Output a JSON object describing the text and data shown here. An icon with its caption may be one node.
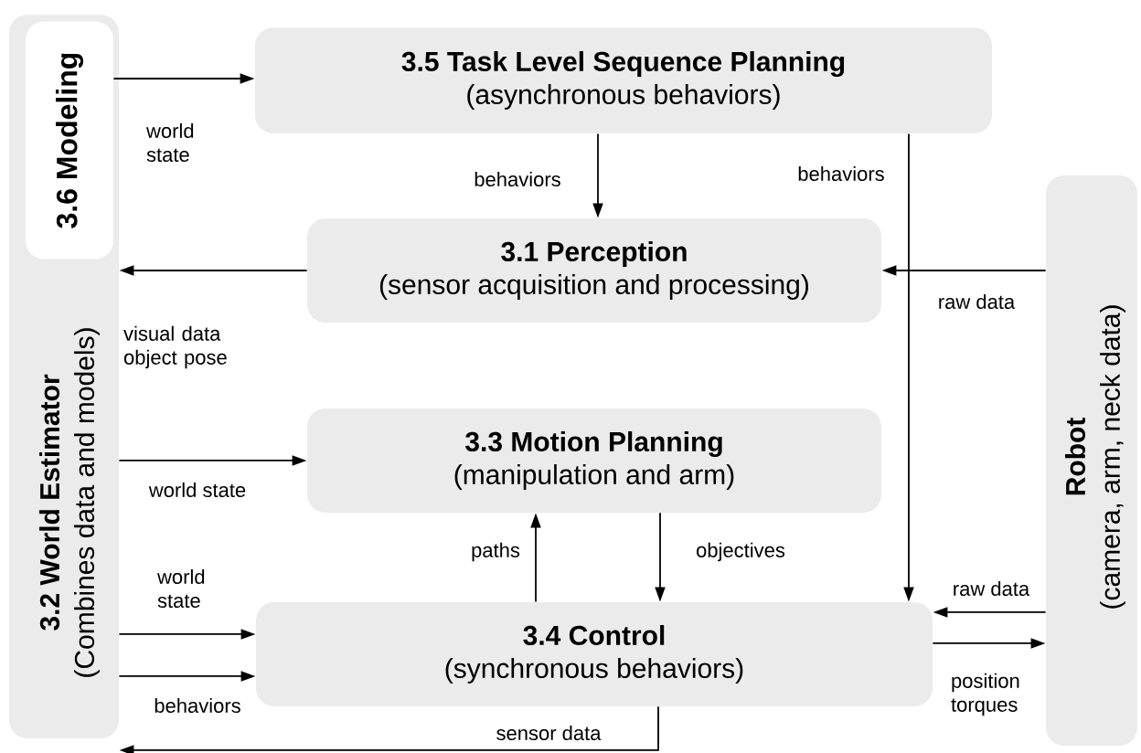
{
  "diagram": {
    "nodes": [
      {
        "text": [
          "3.2 World Estimator",
          "(Combines data and models)"
        ]
      },
      {
        "text": [
          "3.6 Modeling"
        ],
        "in": 0
      },
      {
        "text": [
          "3.5 Task Level Sequence Planning",
          "(asynchronous behaviors)"
        ]
      },
      {
        "text": [
          "3.1 Perception",
          "(sensor acquisition and processing)"
        ]
      },
      {
        "text": [
          "3.3 Motion Planning",
          "(manipulation and arm)"
        ]
      },
      {
        "text": [
          "3.4 Control",
          "(synchronous behaviors)"
        ]
      },
      {
        "text": [
          "Robot",
          "(camera, arm, neck data)"
        ]
      }
    ],
    "edges": [
      {
        "from": 1,
        "to": 2,
        "arrow": "to",
        "label": "world state"
      },
      {
        "from": 2,
        "to": 3,
        "arrow": "to",
        "label": "behaviors"
      },
      {
        "from": 3,
        "to": 0,
        "arrow": "to",
        "label": "visual data object pose"
      },
      {
        "from": 6,
        "to": 3,
        "arrow": "to",
        "label": "raw data"
      },
      {
        "from": 2,
        "to": 5,
        "arrow": "to",
        "label": "behaviors"
      },
      {
        "from": 0,
        "to": 4,
        "arrow": "to",
        "label": "world state"
      },
      {
        "from": 5,
        "to": 4,
        "arrow": "to",
        "label": "paths"
      },
      {
        "from": 4,
        "to": 5,
        "arrow": "to",
        "label": "objectives"
      },
      {
        "from": 0,
        "to": 5,
        "arrow": "to",
        "label": "world state"
      },
      {
        "from": 0,
        "to": 5,
        "arrow": "to",
        "label": "behaviors"
      },
      {
        "from": 6,
        "to": 5,
        "arrow": "to",
        "label": "raw data"
      },
      {
        "from": 5,
        "to": 6,
        "arrow": "to",
        "label": "position torques"
      },
      {
        "from": 5,
        "to": 0,
        "arrow": "to",
        "label": "sensor data"
      }
    ]
  }
}
